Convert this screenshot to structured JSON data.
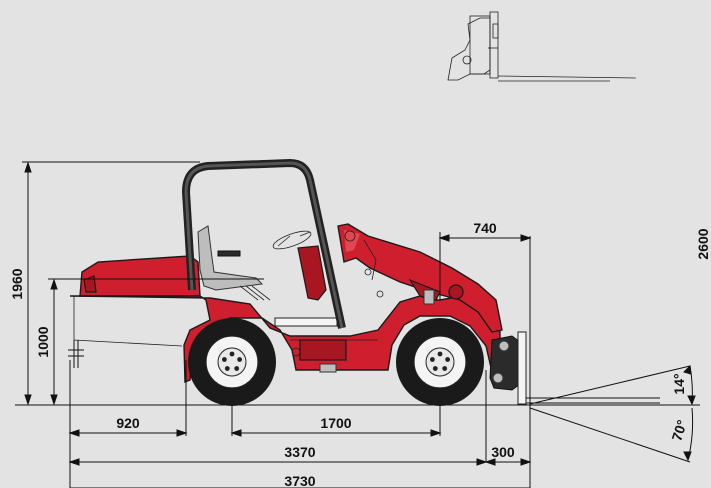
{
  "dimensions": {
    "total_height": "1960",
    "seat_height": "1000",
    "rear_overhang": "920",
    "wheelbase": "1700",
    "fork_overhang": "740",
    "length_to_carriage": "3370",
    "carriage_length": "300",
    "total_length": "3730",
    "max_lift_height": "2600",
    "tilt_up": "14°",
    "tilt_down": "70°"
  },
  "colors": {
    "body": "#cf1f2e",
    "body_dark": "#a81622",
    "background": "#e3e3e4"
  }
}
